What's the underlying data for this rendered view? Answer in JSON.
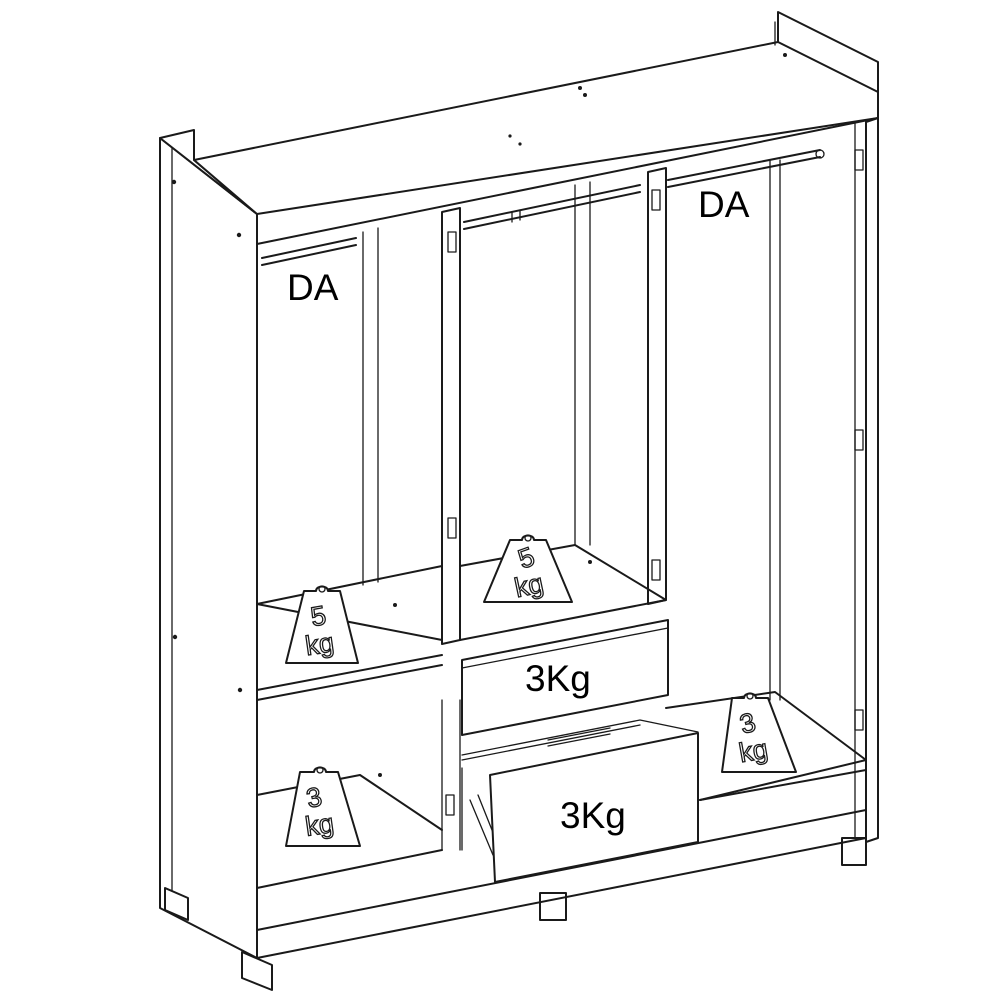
{
  "labels": {
    "da_left": "DA",
    "da_right": "DA",
    "drawer_top": "3Kg",
    "drawer_bottom": "3Kg"
  },
  "weights": {
    "center_shelf": {
      "value": "5",
      "unit": "kg"
    },
    "left_shelf": {
      "value": "5",
      "unit": "kg"
    },
    "right_bottom": {
      "value": "3",
      "unit": "kg"
    },
    "left_bottom": {
      "value": "3",
      "unit": "kg"
    }
  },
  "colors": {
    "stroke": "#1a1a1a",
    "background": "#ffffff"
  }
}
